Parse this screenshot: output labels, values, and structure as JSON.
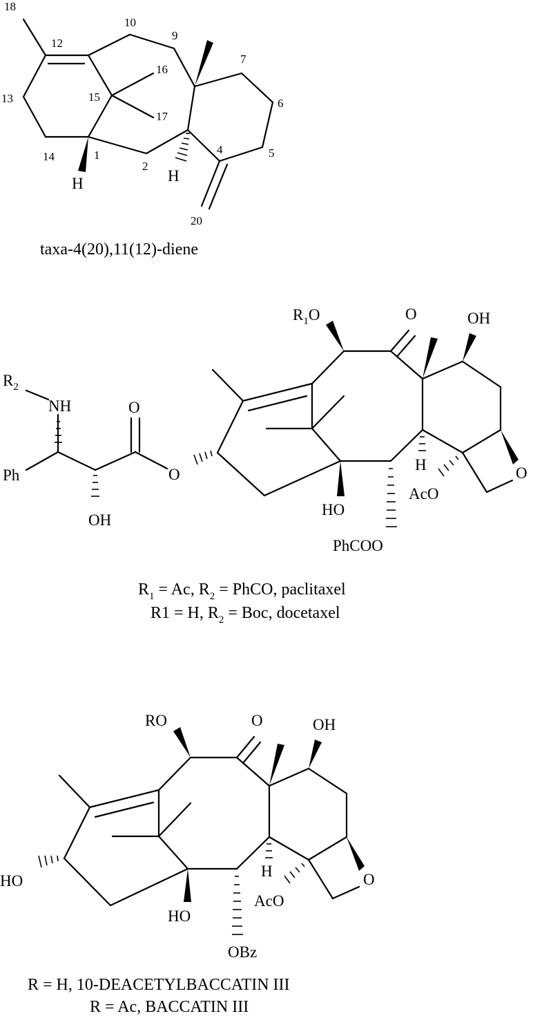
{
  "structure1": {
    "numbers": {
      "n18": "18",
      "n12": "12",
      "n10": "10",
      "n9": "9",
      "n7": "7",
      "n16": "16",
      "n13": "13",
      "n15": "15",
      "n6": "6",
      "n17": "17",
      "n4": "4",
      "n14": "14",
      "n1": "1",
      "n2": "2",
      "n5": "5",
      "n20": "20"
    },
    "atoms": {
      "h1": "H",
      "h2": "H"
    },
    "caption": "taxa-4(20),11(12)-diene"
  },
  "structure2": {
    "atoms": {
      "r1": "R",
      "r1_sub": "1",
      "r1_o": "O",
      "ketone_o": "O",
      "oh_top": "OH",
      "r2": "R",
      "r2_sub": "2",
      "nh": "NH",
      "ester_o": "O",
      "ph": "Ph",
      "o_link": "O",
      "oh_side": "OH",
      "h": "H",
      "oxetane_o": "O",
      "aco": "AcO",
      "ho": "HO",
      "phcoo": "PhCOO"
    },
    "caption_line1": {
      "r": "R",
      "r_sub": "1",
      "part1": " = Ac, R",
      "r2_sub": "2",
      "part2": " = PhCO, paclitaxel"
    },
    "caption_line2": {
      "part1": "R1 = H, R",
      "r2_sub": "2",
      "part2": " = Boc, docetaxel"
    }
  },
  "structure3": {
    "atoms": {
      "ro": "RO",
      "ketone_o": "O",
      "oh_top": "OH",
      "ho_left": "HO",
      "h": "H",
      "oxetane_o": "O",
      "aco": "AcO",
      "ho": "HO",
      "obz": "OBz"
    },
    "caption_line1": "R = H, 10-DEACETYLBACCATIN III",
    "caption_line2": "R = Ac, BACCATIN III"
  }
}
